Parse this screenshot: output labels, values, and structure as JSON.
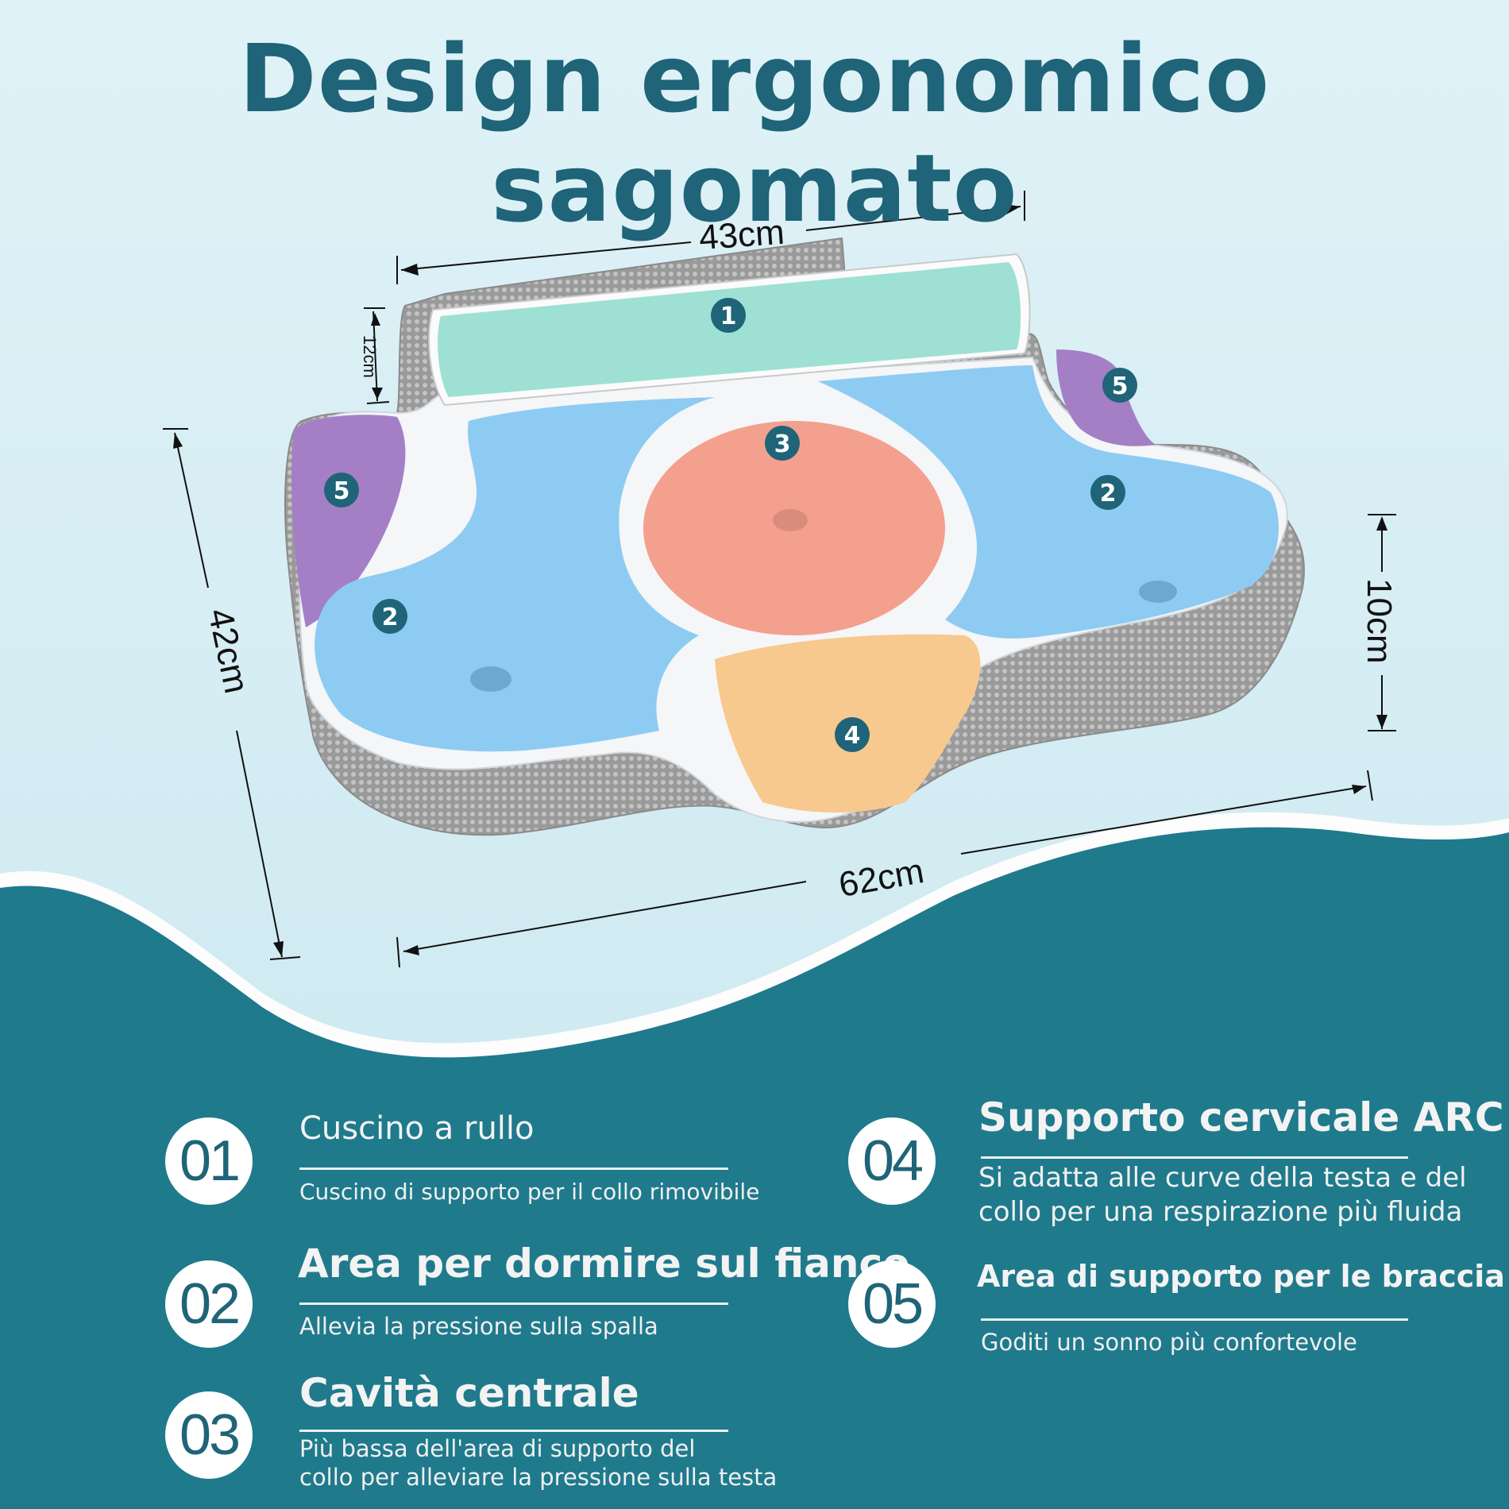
{
  "title": "Design ergonomico sagomato",
  "dimensions": {
    "top_width": "43cm",
    "roll_height": "12cm",
    "depth": "42cm",
    "bottom_width": "62cm",
    "edge_height": "10cm"
  },
  "zone_labels": {
    "roll": "1",
    "side_left": "2",
    "side_right": "2",
    "center": "3",
    "neck": "4",
    "arm_left": "5",
    "arm_right": "5"
  },
  "colors": {
    "title": "#1f6478",
    "bottom_panel": "#1f7a8c",
    "zone_roll": "#9ee0d4",
    "zone_side": "#8ecbf2",
    "zone_center": "#f4a08e",
    "zone_neck": "#f7c98e",
    "zone_arm": "#a47fc6",
    "badge": "#1f6478"
  },
  "features": [
    {
      "number": "01",
      "title": "Cuscino a rullo",
      "description": "Cuscino di supporto per il collo rimovibile"
    },
    {
      "number": "02",
      "title": "Area per dormire sul fianco",
      "description": "Allevia la pressione sulla spalla"
    },
    {
      "number": "03",
      "title": "Cavità centrale",
      "description_line1": "Più bassa dell'area di supporto del",
      "description_line2": "collo per alleviare la pressione sulla testa"
    },
    {
      "number": "04",
      "title": "Supporto cervicale ARC",
      "description_line1": "Si adatta alle curve della testa e del",
      "description_line2": "collo per una respirazione più fluida"
    },
    {
      "number": "05",
      "title": "Area di supporto per le braccia",
      "description": "Goditi un sonno più confortevole"
    }
  ]
}
